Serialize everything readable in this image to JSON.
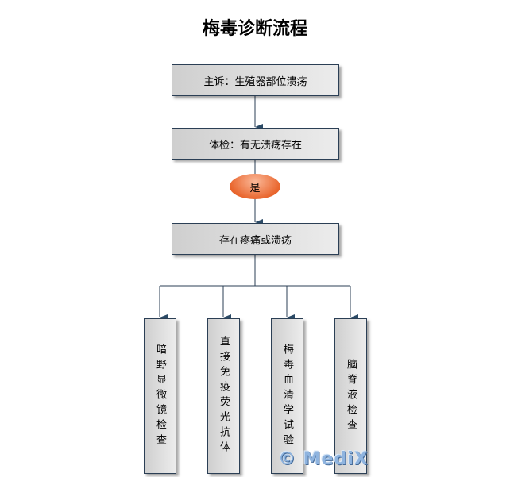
{
  "title": "梅毒诊断流程",
  "nodes": {
    "complaint": "主诉：生殖器部位溃疡",
    "exam": "体检：有无溃疡存在",
    "yes": "是",
    "pain": "存在疼痛或溃疡"
  },
  "tests": [
    "暗野显微镜检查",
    "直接免疫荧光抗体",
    "梅毒血清学试验",
    "脑脊液检查"
  ],
  "watermark": "© MediX",
  "colors": {
    "line": "#2b3f55",
    "oval": "#e9662e"
  }
}
